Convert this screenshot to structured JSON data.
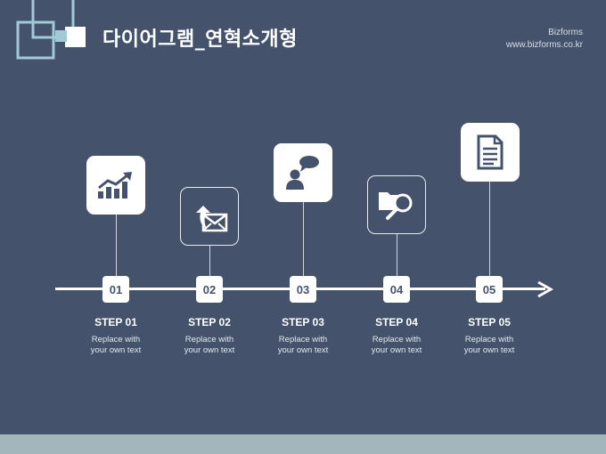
{
  "header": {
    "title": "다이어그램_연혁소개형",
    "brand_name": "Bizforms",
    "brand_url": "www.bizforms.co.kr"
  },
  "colors": {
    "background": "#44536b",
    "accent_light": "#a2c9d6",
    "white": "#ffffff",
    "footer": "#a2b6bc"
  },
  "steps": [
    {
      "number": "01",
      "label": "STEP 01",
      "desc_line1": "Replace with",
      "desc_line2": "your own text",
      "icon": "chart-growth-icon",
      "style": "filled"
    },
    {
      "number": "02",
      "label": "STEP 02",
      "desc_line1": "Replace with",
      "desc_line2": "your own text",
      "icon": "mail-send-icon",
      "style": "outline"
    },
    {
      "number": "03",
      "label": "STEP 03",
      "desc_line1": "Replace with",
      "desc_line2": "your own text",
      "icon": "person-chat-icon",
      "style": "filled"
    },
    {
      "number": "04",
      "label": "STEP 04",
      "desc_line1": "Replace with",
      "desc_line2": "your own text",
      "icon": "folder-search-icon",
      "style": "outline"
    },
    {
      "number": "05",
      "label": "STEP 05",
      "desc_line1": "Replace with",
      "desc_line2": "your own text",
      "icon": "document-icon",
      "style": "filled"
    }
  ]
}
